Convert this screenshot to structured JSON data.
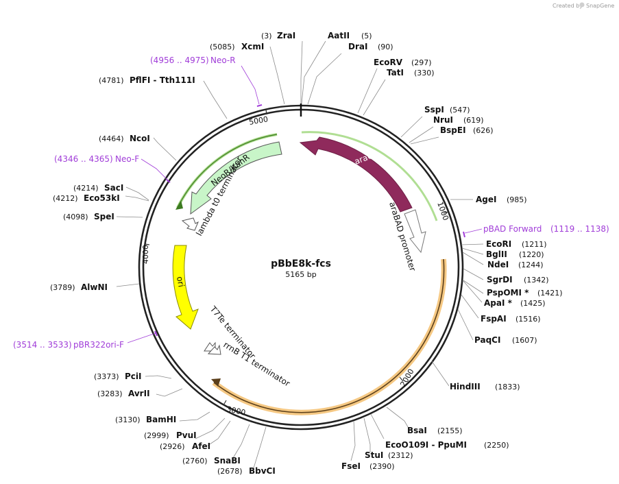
{
  "credit": {
    "prefix": "Created by",
    "brand": "SnapGene"
  },
  "plasmid": {
    "name": "pBbE8k-fcs",
    "length_label": "5165 bp",
    "length": 5165
  },
  "ticks": [
    {
      "label": "1000",
      "bp": 1000
    },
    {
      "label": "2000",
      "bp": 2000
    },
    {
      "label": "3000",
      "bp": 3000
    },
    {
      "label": "4000",
      "bp": 4000
    },
    {
      "label": "5000",
      "bp": 5000
    }
  ],
  "sites": [
    {
      "name": "ZraI",
      "pos": "(3)"
    },
    {
      "name": "AatII",
      "pos": "(5)"
    },
    {
      "name": "DraI",
      "pos": "(90)"
    },
    {
      "name": "EcoRV",
      "pos": "(297)"
    },
    {
      "name": "TatI",
      "pos": "(330)"
    },
    {
      "name": "SspI",
      "pos": "(547)"
    },
    {
      "name": "NruI",
      "pos": "(619)"
    },
    {
      "name": "BspEI",
      "pos": "(626)"
    },
    {
      "name": "AgeI",
      "pos": "(985)"
    },
    {
      "name": "EcoRI",
      "pos": "(1211)"
    },
    {
      "name": "BglII",
      "pos": "(1220)"
    },
    {
      "name": "NdeI",
      "pos": "(1244)"
    },
    {
      "name": "SgrDI",
      "pos": "(1342)"
    },
    {
      "name": "PspOMI *",
      "pos": "(1421)"
    },
    {
      "name": "ApaI *",
      "pos": "(1425)"
    },
    {
      "name": "FspAI",
      "pos": "(1516)"
    },
    {
      "name": "PaqCI",
      "pos": "(1607)"
    },
    {
      "name": "HindIII",
      "pos": "(1833)"
    },
    {
      "name": "BsaI",
      "pos": "(2155)"
    },
    {
      "name": "EcoO109I - PpuMI",
      "pos": "(2250)"
    },
    {
      "name": "StuI",
      "pos": "(2312)"
    },
    {
      "name": "FseI",
      "pos": "(2390)"
    },
    {
      "name": "BbvCI",
      "pos": "(2678)"
    },
    {
      "name": "SnaBI",
      "pos": "(2760)"
    },
    {
      "name": "AfeI",
      "pos": "(2926)"
    },
    {
      "name": "PvuI",
      "pos": "(2999)"
    },
    {
      "name": "BamHI",
      "pos": "(3130)"
    },
    {
      "name": "AvrII",
      "pos": "(3283)"
    },
    {
      "name": "PciI",
      "pos": "(3373)"
    },
    {
      "name": "AlwNI",
      "pos": "(3789)"
    },
    {
      "name": "SpeI",
      "pos": "(4098)"
    },
    {
      "name": "Eco53kI",
      "pos": "(4212)"
    },
    {
      "name": "SacI",
      "pos": "(4214)"
    },
    {
      "name": "NcoI",
      "pos": "(4464)"
    },
    {
      "name": "PflFI - Tth111I",
      "pos": "(4781)"
    },
    {
      "name": "XcmI",
      "pos": "(5085)"
    }
  ],
  "primers": [
    {
      "name": "Neo-R",
      "range": "(4956 .. 4975)"
    },
    {
      "name": "Neo-F",
      "range": "(4346 .. 4365)"
    },
    {
      "name": "pBAD Forward",
      "range": "(1119 .. 1138)"
    },
    {
      "name": "pBR322ori-F",
      "range": "(3514 .. 3533)"
    }
  ],
  "features": [
    {
      "name": "araC",
      "color": "#8f2a5c"
    },
    {
      "name": "araBAD promoter",
      "color": "#ffffff"
    },
    {
      "name": "NeoR/KanR",
      "color": "#c8f5c8"
    },
    {
      "name": "lambda t0 terminator",
      "color": "#ffffff"
    },
    {
      "name": "ori",
      "color": "#ffff00"
    },
    {
      "name": "T7Te terminator",
      "color": "#ffffff"
    },
    {
      "name": "rrnB T1 terminator",
      "color": "#ffffff"
    }
  ],
  "colors": {
    "primer": "#a03cd8",
    "orf_highlight_green": "#6fc23a",
    "orf_highlight_orange": "#f2b55a"
  }
}
